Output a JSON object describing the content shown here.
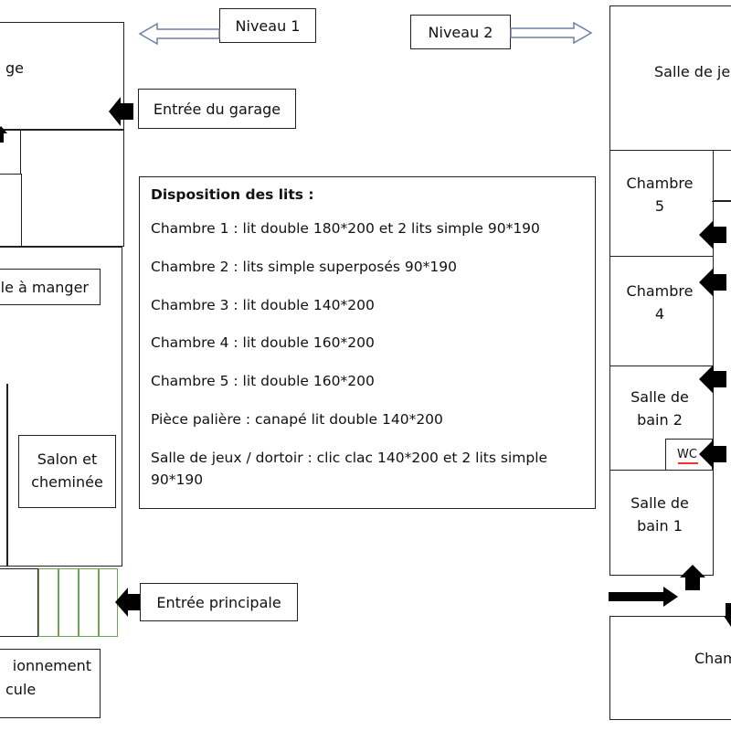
{
  "niveau1": {
    "level_label": "Niveau 1",
    "garage": "ge",
    "garage_entry": "Entrée du garage",
    "dining": "le à manger",
    "salon": "Salon et\ncheminée",
    "main_entry": "Entrée principale",
    "parking_line1": "ionnement",
    "parking_line2": "cule"
  },
  "niveau2": {
    "level_label": "Niveau 2",
    "game_room": "Salle de je",
    "chambre5": "Chambre\n5",
    "chambre4": "Chambre\n4",
    "bain2": "Salle de\nbain 2",
    "wc": "WC",
    "bain1": "Salle de\nbain 1",
    "chambre_bottom": "Cham"
  },
  "legend": {
    "title": "Disposition des lits :",
    "lines": [
      "Chambre 1 : lit double 180*200 et 2 lits simple 90*190",
      "Chambre 2 : lits simple superposés 90*190",
      "Chambre 3 : lit double 140*200",
      "Chambre 4 : lit double 160*200",
      "Chambre 5 : lit double 160*200",
      "Pièce palière : canapé lit double 140*200",
      "Salle de jeux / dortoir : clic clac 140*200 et 2 lits simple 90*190"
    ]
  }
}
